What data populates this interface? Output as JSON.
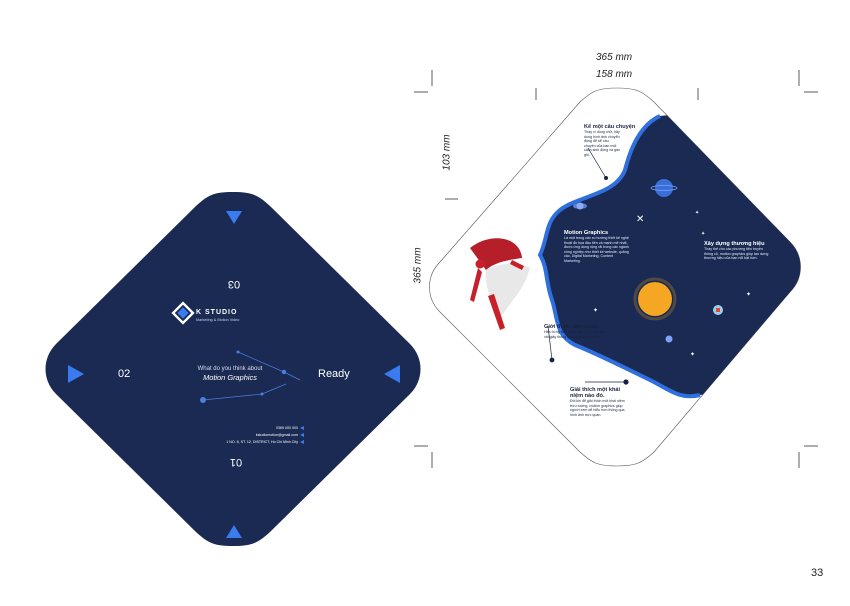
{
  "page_number": "33",
  "colors": {
    "navy": "#1a2a52",
    "blue_accent": "#2f6fe0",
    "triangle": "#3a7bf0",
    "sun": "#f5a623",
    "red": "#c8202a"
  },
  "left_card": {
    "logo": {
      "brand": "K STUDIO",
      "tagline": "Marketing & Motion Video"
    },
    "label_top_flipped": "03",
    "label_left": "02",
    "label_right": "Ready",
    "label_bottom_flipped": "01",
    "question_line1": "What do you think about",
    "question_line2": "Motion Graphics",
    "contacts": [
      {
        "text": "0369 000 000",
        "icon": "phone-icon"
      },
      {
        "text": "kstudiomotion@gmail.com",
        "icon": "mail-icon"
      },
      {
        "text": "1 NO. 8, ST. 12, DISTRICT, Ho Chi Minh City",
        "icon": "location-icon"
      }
    ],
    "triangle_icons": [
      "triangle-up-icon",
      "triangle-right-icon",
      "triangle-left-icon",
      "triangle-down-icon"
    ]
  },
  "right_card": {
    "dimensions": {
      "width_total": "365 mm",
      "width_flap": "158 mm",
      "height_flap": "103 mm",
      "height_total": "365 mm"
    },
    "sections": [
      {
        "title": "Kể một câu chuyện",
        "body": "Thay vì dùng chữ, hãy dùng hình ảnh chuyển động để kể câu chuyện của bạn một cách sinh động và gần gũi."
      },
      {
        "title": "Motion Graphics",
        "body": "Là một trong các xu hướng thiết kế nghệ thuật đồ họa đầu tiên và mạnh mẽ nhất, được ứng dụng rộng rãi trong các ngành công nghiệp như thiết kế website, quảng cáo, Digital Marketing, Content Marketing."
      },
      {
        "title": "Xây dựng thương hiệu",
        "body": "Thay thế cho các phương tiện truyền thông cũ, motion graphics giúp tạo dựng thương hiệu của bạn nổi bật hơn."
      },
      {
        "title": "Giới thiệu sản phẩm",
        "body": "Hiểu từng tính năng sản phẩm chỉ qua vài giây thông qua motion graphics."
      },
      {
        "title": "Giải thích một khái niệm nào đó.",
        "body": "Đôi khi để giải thích một khái niệm trừu tượng, motion graphics giúp người xem dễ hiểu hơn thông qua hình ảnh trực quan."
      }
    ]
  }
}
